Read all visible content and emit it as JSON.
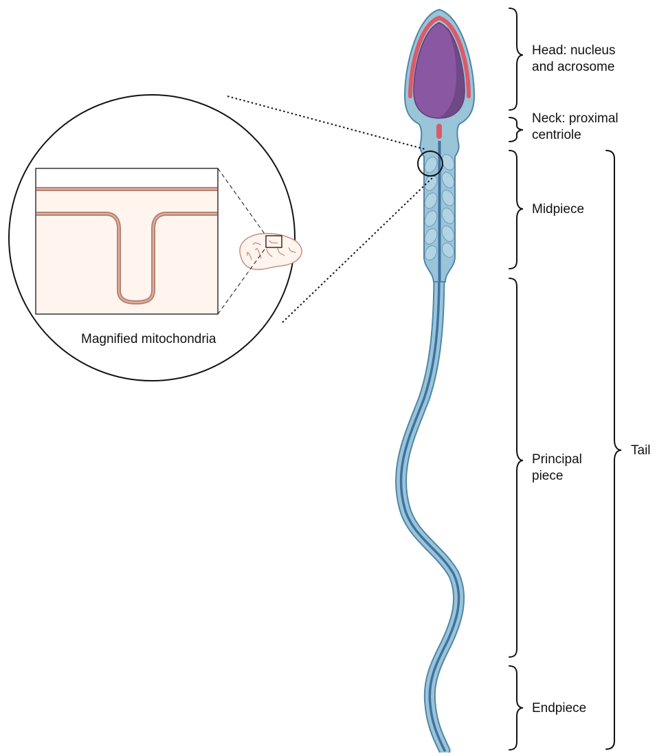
{
  "labels": {
    "head": [
      "Head: nucleus",
      "and acrosome"
    ],
    "neck": [
      "Neck: proximal",
      "centriole"
    ],
    "midpiece": "Midpiece",
    "principal": [
      "Principal",
      "piece"
    ],
    "endpiece": "Endpiece",
    "tail": "Tail",
    "magnified": "Magnified mitochondria"
  },
  "colors": {
    "cell_fill": "#9ac4d8",
    "cell_stroke": "#4f86a8",
    "axoneme": "#3f72a0",
    "nucleus": "#8a57a3",
    "nucleus_shadow": "#6a4581",
    "acrosome": "#db5a6a",
    "mito_fill": "#fff4ee",
    "mito_stroke": "#c58f7e",
    "outline": "#111111"
  }
}
